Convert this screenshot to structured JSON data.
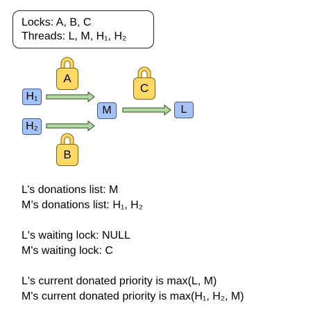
{
  "legend": {
    "locks_line": "Locks: A, B, C",
    "threads_line": "Threads: L, M, H₁, H₂"
  },
  "nodes": {
    "h1": "H₁",
    "h2": "H₂",
    "m": "M",
    "l": "L"
  },
  "locks": {
    "a": "A",
    "b": "B",
    "c": "C"
  },
  "colors": {
    "thread_fill": "#a4c2f4",
    "lock_fill": "#ffd966",
    "arrow_fill": "#b6d7a8"
  },
  "notes": {
    "l_donations": "L’s donations list: M",
    "m_donations": "M’s donations list: H₁, H₂",
    "l_waiting": "L's waiting lock: NULL",
    "m_waiting": "M's waiting lock: C",
    "l_priority": "L's current donated priority is max(L, M)",
    "m_priority": "M's current donated priority is max(H₁, H₂, M)"
  }
}
